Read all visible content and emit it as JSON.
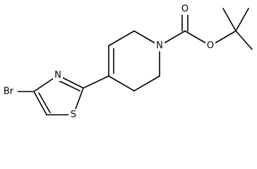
{
  "atom_labels": {
    "bromine": "Br",
    "thiazole_nitrogen": "N",
    "thiazole_sulfur": "S",
    "ring_nitrogen": "N",
    "carbonyl_oxygen": "O",
    "ester_oxygen": "O"
  },
  "colors": {
    "bond": "#000000",
    "label": "#000000",
    "background": "#ffffff"
  }
}
